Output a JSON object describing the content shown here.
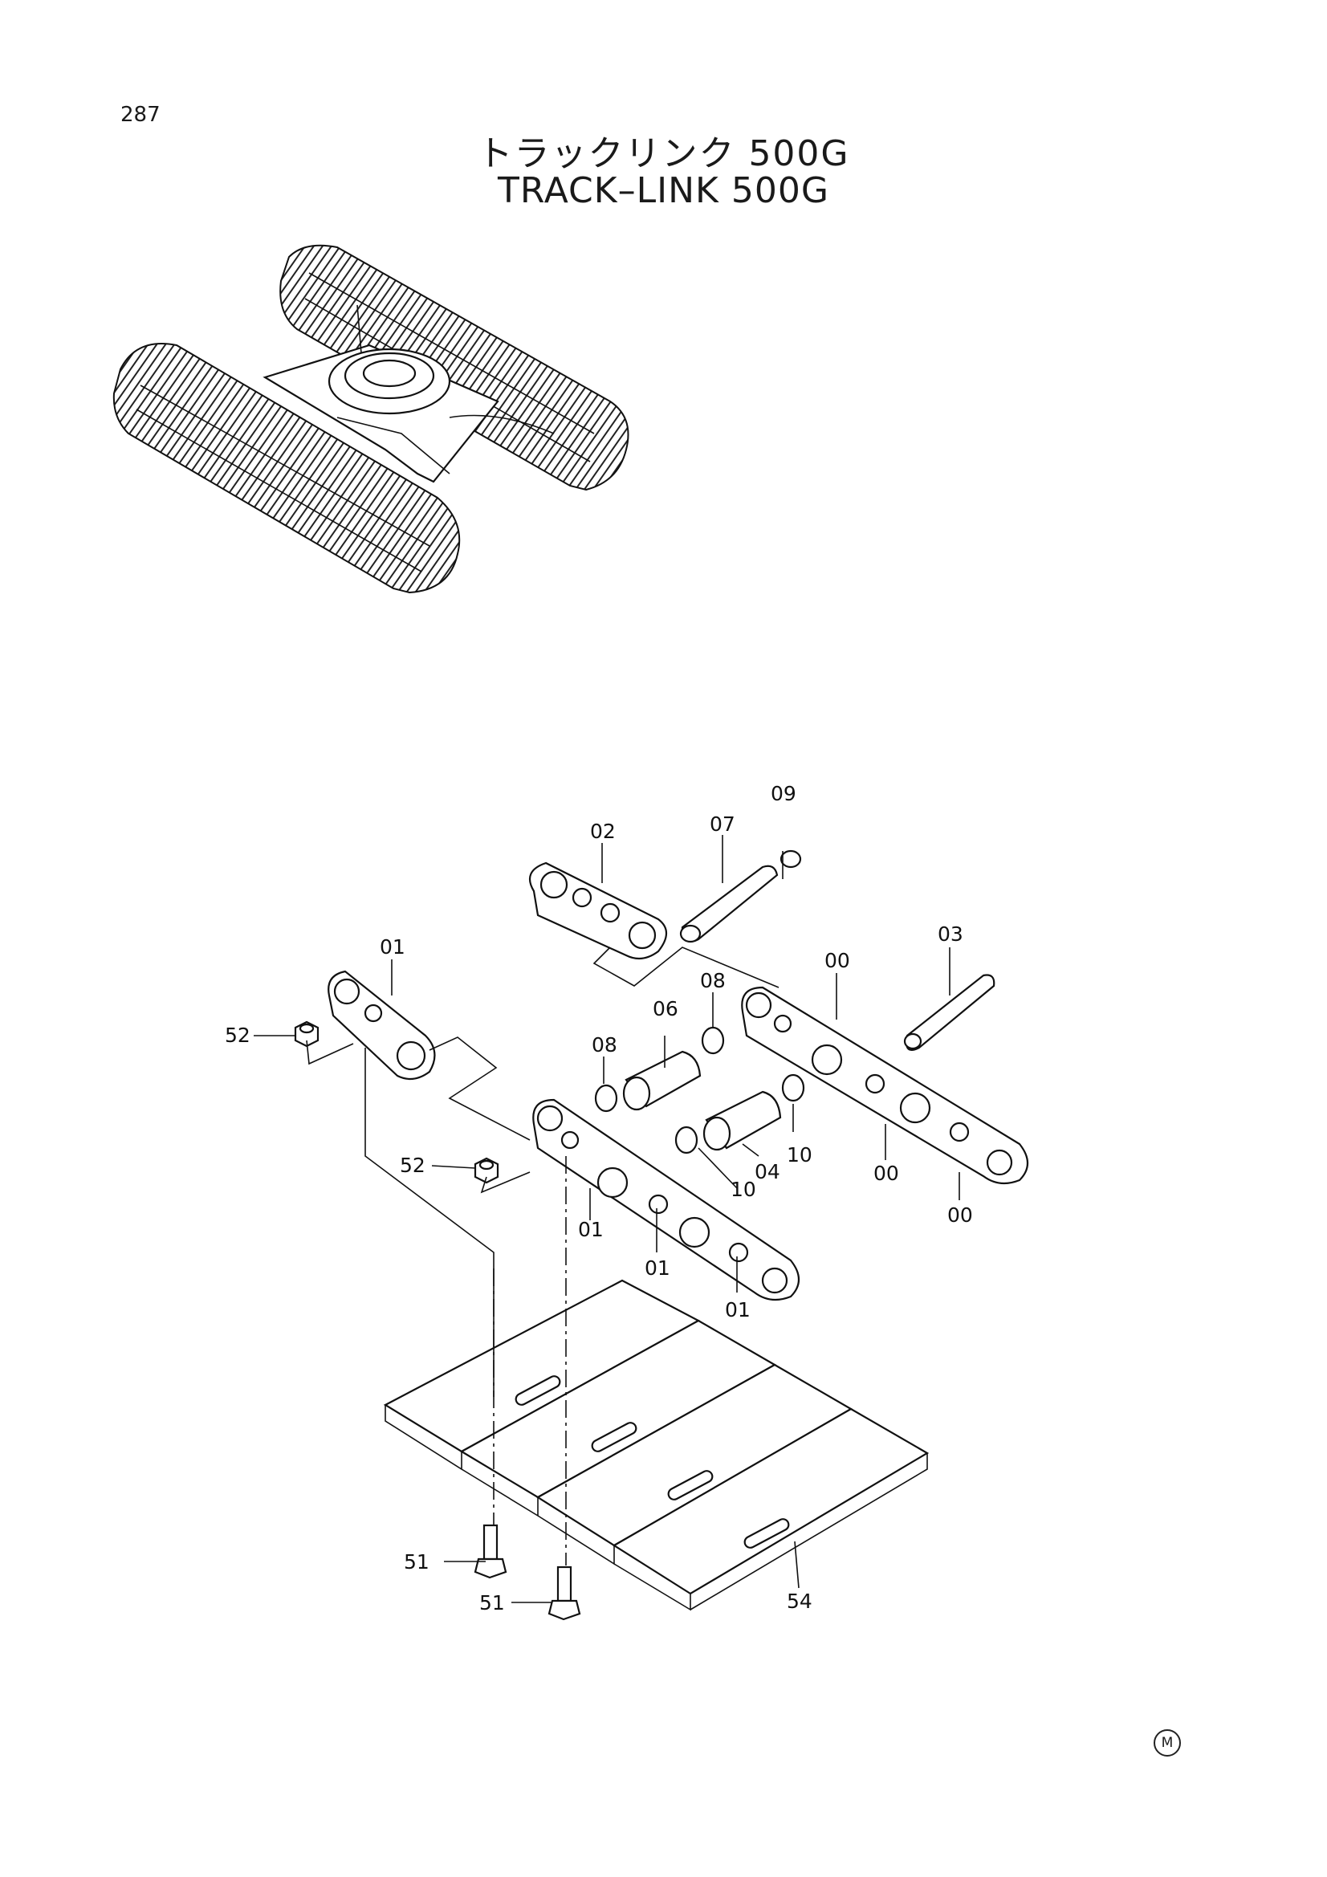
{
  "page": {
    "number": "287"
  },
  "title": {
    "japanese": "トラックリンク 500G",
    "english": "TRACK–LINK 500G"
  },
  "callouts": {
    "c02": "02",
    "c07": "07",
    "c09": "09",
    "c03": "03",
    "c01a": "01",
    "c52a": "52",
    "c08a": "08",
    "c06": "06",
    "c00a": "00",
    "c08b": "08",
    "c52b": "52",
    "c10a": "10",
    "c04": "04",
    "c10b": "10",
    "c00b": "00",
    "c00c": "00",
    "c01b": "01",
    "c01c": "01",
    "c01d": "01",
    "c51a": "51",
    "c51b": "51",
    "c54": "54"
  },
  "marker": "M",
  "icons": {
    "undercarriage": "undercarriage-illustration"
  }
}
